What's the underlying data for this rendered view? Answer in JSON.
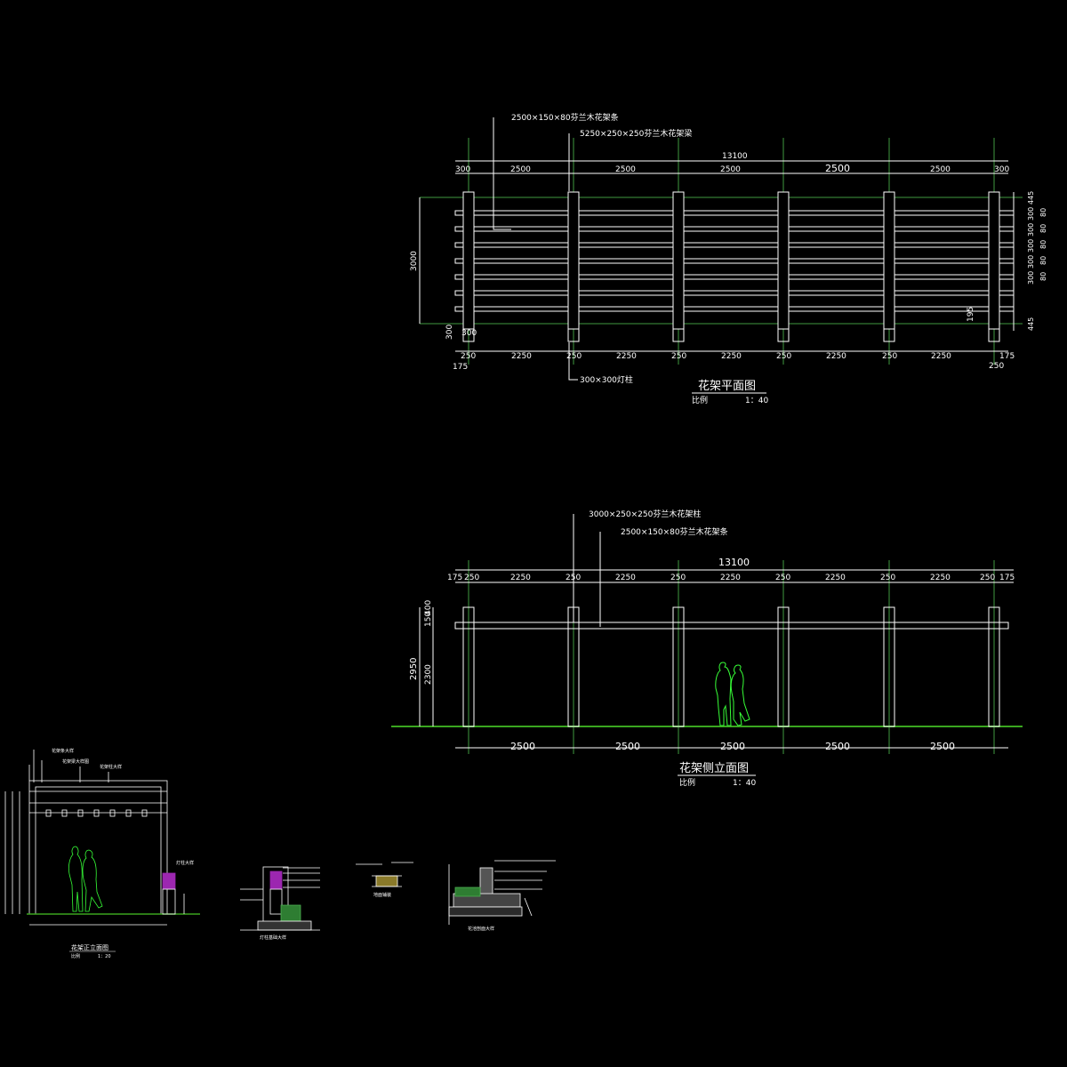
{
  "colors": {
    "background": "#000000",
    "line": "#ffffff",
    "guide": "#4caf50",
    "ground": "#3aa61f",
    "figure": "#37ff37",
    "accent": "#9c27b0",
    "soil": "#8a7a2a"
  },
  "plan": {
    "title": "花架平面图",
    "scale_label": "比例",
    "scale_value": "1：40",
    "label_purlin": "2500×150×80芬兰木花架条",
    "label_beam": "5250×250×250芬兰木花架梁",
    "label_lamp": "300×300灯柱",
    "overall": "13100",
    "top_dims": [
      "300",
      "2500",
      "2500",
      "2500",
      "2500",
      "2500",
      "300"
    ],
    "left_dim": "3000",
    "left_small": "300",
    "bottom_dims": [
      "250",
      "2250",
      "250",
      "2250",
      "250",
      "2250",
      "250",
      "2250",
      "250",
      "2250",
      "250"
    ],
    "bottom_end_left": "175",
    "bottom_end_right": "175",
    "bottom_corner": "300",
    "right_dims": [
      "445",
      "300",
      "80",
      "300",
      "80",
      "300",
      "80",
      "300",
      "80",
      "300",
      "80",
      "445"
    ],
    "inner_dim": "195"
  },
  "side": {
    "title": "花架侧立面图",
    "scale_label": "比例",
    "scale_value": "1：40",
    "label_post": "3000×250×250芬兰木花架柱",
    "label_purlin": "2500×150×80芬兰木花架条",
    "overall": "13100",
    "top_dims": [
      "175",
      "250",
      "2250",
      "250",
      "2250",
      "250",
      "2250",
      "250",
      "2250",
      "250",
      "2250",
      "250",
      "175"
    ],
    "left_total": "2950",
    "left_dims": [
      "150",
      "400",
      "2300"
    ],
    "bottom_dims": [
      "2500",
      "2500",
      "2500",
      "2500",
      "2500"
    ]
  },
  "front": {
    "title": "花架正立面图",
    "scale_label": "比例",
    "scale_value": "1：20",
    "notes": [
      "花架条大样",
      "花架梁大样图",
      "花架柱大样",
      "灯柱大样"
    ]
  },
  "details": {
    "detail1": "灯柱基础大样",
    "detail2": "地面铺装",
    "detail3": "花池剖面大样"
  }
}
